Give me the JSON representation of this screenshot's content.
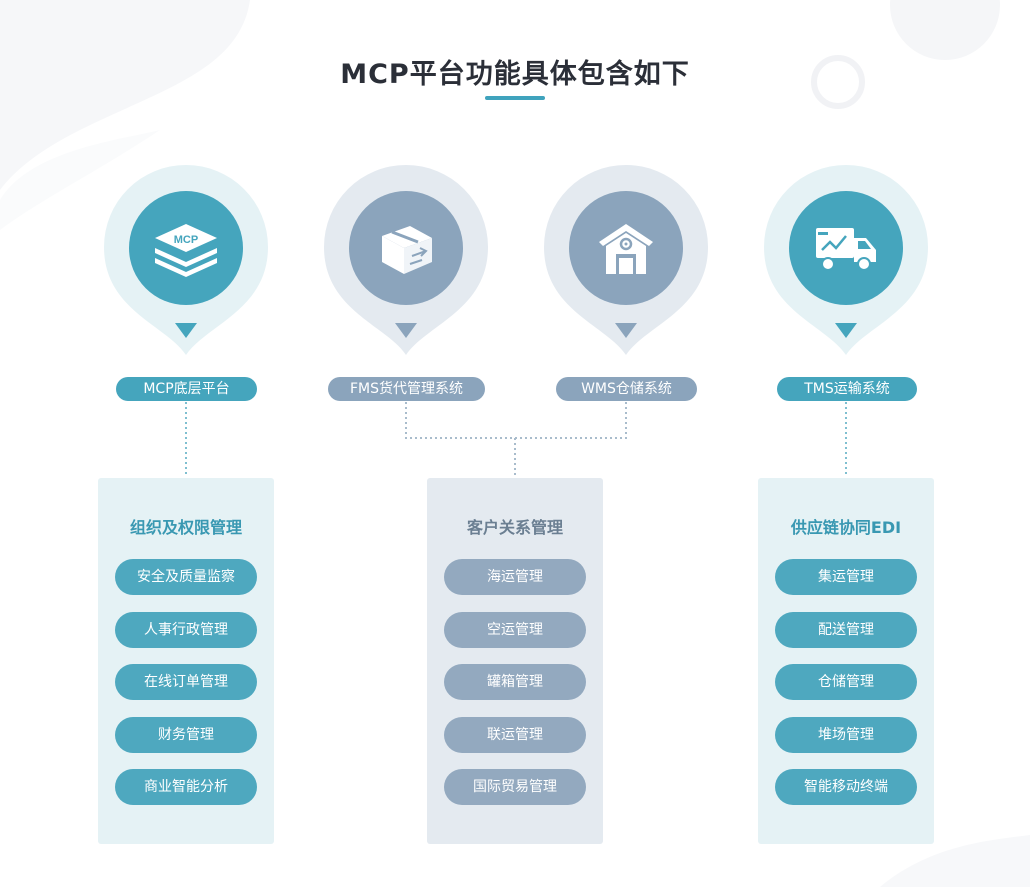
{
  "title": "MCP平台功能具体包含如下",
  "modules": [
    {
      "label": "MCP底层平台",
      "icon": "mcp-layers-icon",
      "theme": "teal"
    },
    {
      "label": "FMS货代管理系统",
      "icon": "box-icon",
      "theme": "slate"
    },
    {
      "label": "WMS仓储系统",
      "icon": "warehouse-icon",
      "theme": "slate"
    },
    {
      "label": "TMS运输系统",
      "icon": "truck-icon",
      "theme": "teal"
    }
  ],
  "mcp_icon_text": "MCP",
  "cards": [
    {
      "title": "组织及权限管理",
      "theme": "teal",
      "items": [
        "安全及质量监察",
        "人事行政管理",
        "在线订单管理",
        "财务管理",
        "商业智能分析"
      ]
    },
    {
      "title": "客户关系管理",
      "theme": "slate",
      "items": [
        "海运管理",
        "空运管理",
        "罐箱管理",
        "联运管理",
        "国际贸易管理"
      ]
    },
    {
      "title": "供应链协同EDI",
      "theme": "teal",
      "items": [
        "集运管理",
        "配送管理",
        "仓储管理",
        "堆场管理",
        "智能移动终端"
      ]
    }
  ],
  "colors": {
    "teal": "#45a5bd",
    "slate": "#8ba4bc",
    "title": "#2b2f38",
    "accent": "#3fa3bd"
  }
}
